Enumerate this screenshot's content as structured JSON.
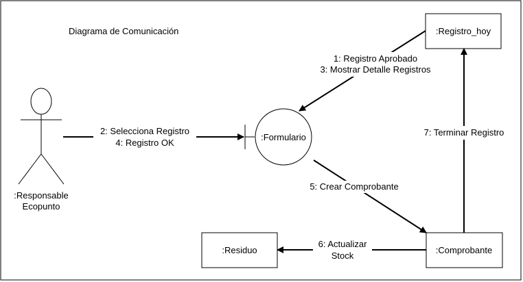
{
  "diagram": {
    "title": "Diagrama de Comunicación",
    "actor": {
      "line1": ":Responsable",
      "line2": "Ecopunto"
    },
    "boundary": {
      "label": ":Formulario"
    },
    "objects": {
      "registro_hoy": ":Registro_hoy",
      "comprobante": ":Comprobante",
      "residuo": ":Residuo"
    },
    "messages": {
      "actor_to_form": {
        "line1": "2: Selecciona Registro",
        "line2": "4: Registro OK"
      },
      "registro_to_form": {
        "line1": "1: Registro Aprobado",
        "line2": "3: Mostrar Detalle Registros"
      },
      "form_to_comprobante": {
        "line1": "5: Crear Comprobante"
      },
      "comprobante_to_residuo": {
        "line1": "6: Actualizar",
        "line2": "Stock"
      },
      "comprobante_to_registro": {
        "line1": "7: Terminar Registro"
      }
    }
  }
}
